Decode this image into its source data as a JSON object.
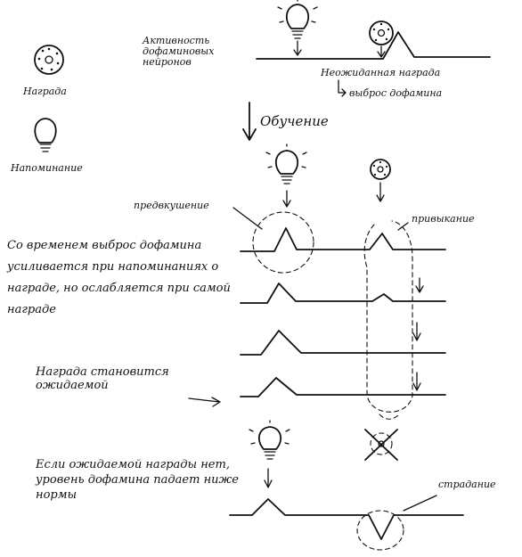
{
  "legend": {
    "reward_label": "Награда",
    "reminder_label": "Напоминание"
  },
  "top": {
    "activity_label": "Активность дофаминовых нейронов",
    "unexpected_reward": "Неожиданная награда",
    "dopamine_burst": "выброс дофамина"
  },
  "middle": {
    "learning_label": "Обучение",
    "anticipation_label": "предвкушение",
    "habituation_label": "привыкание",
    "explanation": "Со временем выброс дофамина усиливается при напоминаниях о награде, но ослабляется при самой награде",
    "expected_label": "Награда становится ожидаемой"
  },
  "bottom": {
    "no_reward_text": "Если ожидаемой награды нет, уровень дофамина падает ниже нормы",
    "suffering_label": "страдание"
  },
  "colors": {
    "ink": "#111111",
    "background": "#ffffff"
  },
  "icons": [
    "reward-icon",
    "lightbulb-icon",
    "crossed-reward-icon"
  ]
}
